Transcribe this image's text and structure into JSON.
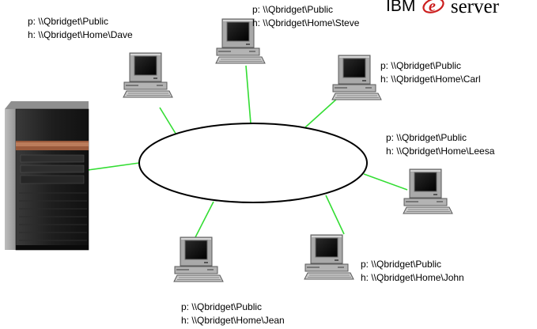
{
  "logo": {
    "brand": "IBM",
    "e_mark": "e",
    "product": "server",
    "accent": "#cc1f1f"
  },
  "network": {
    "line_color": "#33dd33"
  },
  "server": {
    "icon": "iseries-server-icon"
  },
  "workstations": [
    {
      "id": "dave",
      "icon": "workstation-icon",
      "public_path": "p: \\\\Qbridget\\Public",
      "home_path": "h: \\\\Qbridget\\Home\\Dave"
    },
    {
      "id": "steve",
      "icon": "workstation-icon",
      "public_path": "p: \\\\Qbridget\\Public",
      "home_path": "h: \\\\Qbridget\\Home\\Steve"
    },
    {
      "id": "carl",
      "icon": "workstation-icon",
      "public_path": "p: \\\\Qbridget\\Public",
      "home_path": "h: \\\\Qbridget\\Home\\Carl"
    },
    {
      "id": "leesa",
      "icon": "workstation-icon",
      "public_path": "p: \\\\Qbridget\\Public",
      "home_path": "h: \\\\Qbridget\\Home\\Leesa"
    },
    {
      "id": "john",
      "icon": "workstation-icon",
      "public_path": "p: \\\\Qbridget\\Public",
      "home_path": "h: \\\\Qbridget\\Home\\John"
    },
    {
      "id": "jean",
      "icon": "workstation-icon",
      "public_path": "p: \\\\Qbridget\\Public",
      "home_path": "h: \\\\Qbridget\\Home\\Jean"
    }
  ]
}
